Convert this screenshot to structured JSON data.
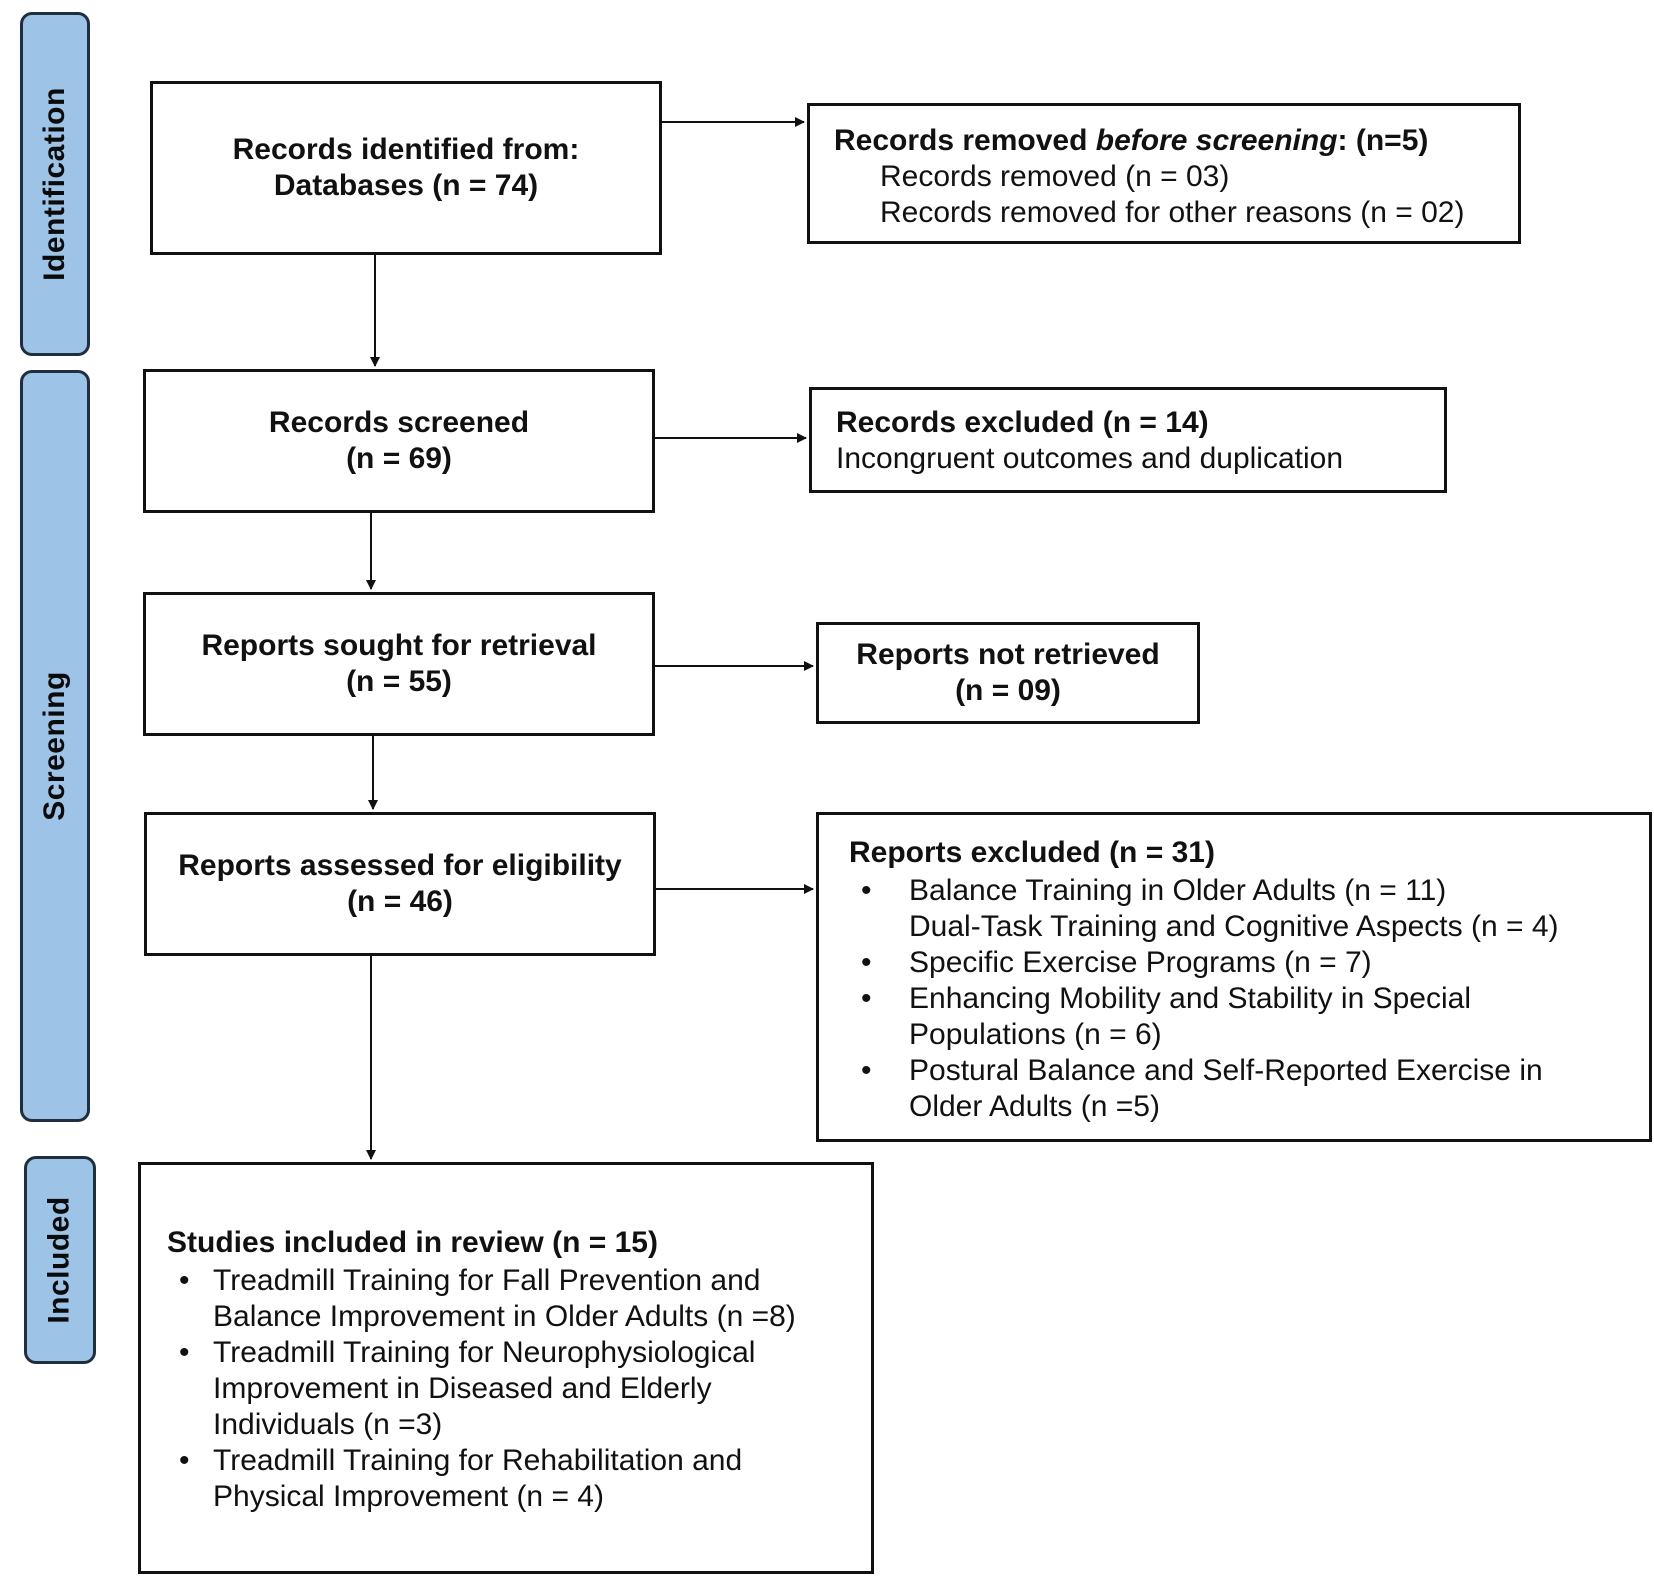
{
  "phases": {
    "identification": "Identification",
    "screening": "Screening",
    "included": "Included"
  },
  "identified": {
    "line1": "Records identified from:",
    "line2": "Databases (n = 74)"
  },
  "removed": {
    "title_a": "Records removed ",
    "title_b": "before screening",
    "title_c": ": (n=5)",
    "item1": "Records removed (n = 03)",
    "item2": "Records removed for other reasons (n = 02)"
  },
  "screened": {
    "line1": "Records screened",
    "line2": "(n = 69)"
  },
  "excluded_records": {
    "title": "Records excluded (n = 14)",
    "reason": "Incongruent outcomes and duplication"
  },
  "sought": {
    "line1": "Reports sought for retrieval",
    "line2": "(n = 55)"
  },
  "not_retrieved": {
    "line1": "Reports not retrieved",
    "line2": "(n = 09)"
  },
  "assessed": {
    "line1": "Reports assessed for eligibility",
    "line2": "(n = 46)"
  },
  "reports_excluded": {
    "title": "Reports excluded (n = 31)",
    "items": [
      "Balance Training in Older Adults (n = 11)",
      "Dual-Task Training and Cognitive Aspects (n = 4)",
      "Specific Exercise Programs (n = 7)",
      "Enhancing Mobility and Stability in Special Populations (n = 6)",
      "Postural Balance and Self-Reported Exercise in Older Adults (n =5)"
    ]
  },
  "included": {
    "title": "Studies included in review (n = 15)",
    "items": [
      "Treadmill Training for Fall Prevention and Balance Improvement in Older Adults (n =8)",
      "Treadmill Training for Neurophysiological Improvement in Diseased and Elderly Individuals (n =3)",
      "Treadmill Training for Rehabilitation and Physical Improvement (n = 4)"
    ]
  }
}
